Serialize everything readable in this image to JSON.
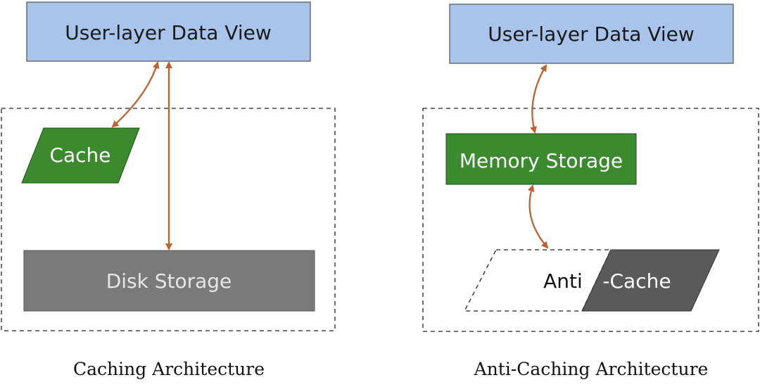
{
  "colors": {
    "user_view_fill": "#a8c4ea",
    "green_fill": "#3b8a2e",
    "disk_fill": "#7a7a7a",
    "anti_dark_fill": "#5a5a5a",
    "arrow": "#c0622f",
    "dashed_border": "#222222"
  },
  "left": {
    "user_view_label": "User-layer Data View",
    "cache_label": "Cache",
    "disk_label": "Disk Storage",
    "caption": "Caching Architecture"
  },
  "right": {
    "user_view_label": "User-layer Data View",
    "memory_label": "Memory Storage",
    "anti_cache_label_a": "Anti",
    "anti_cache_label_b": "-Cache",
    "caption": "Anti-Caching Architecture"
  }
}
